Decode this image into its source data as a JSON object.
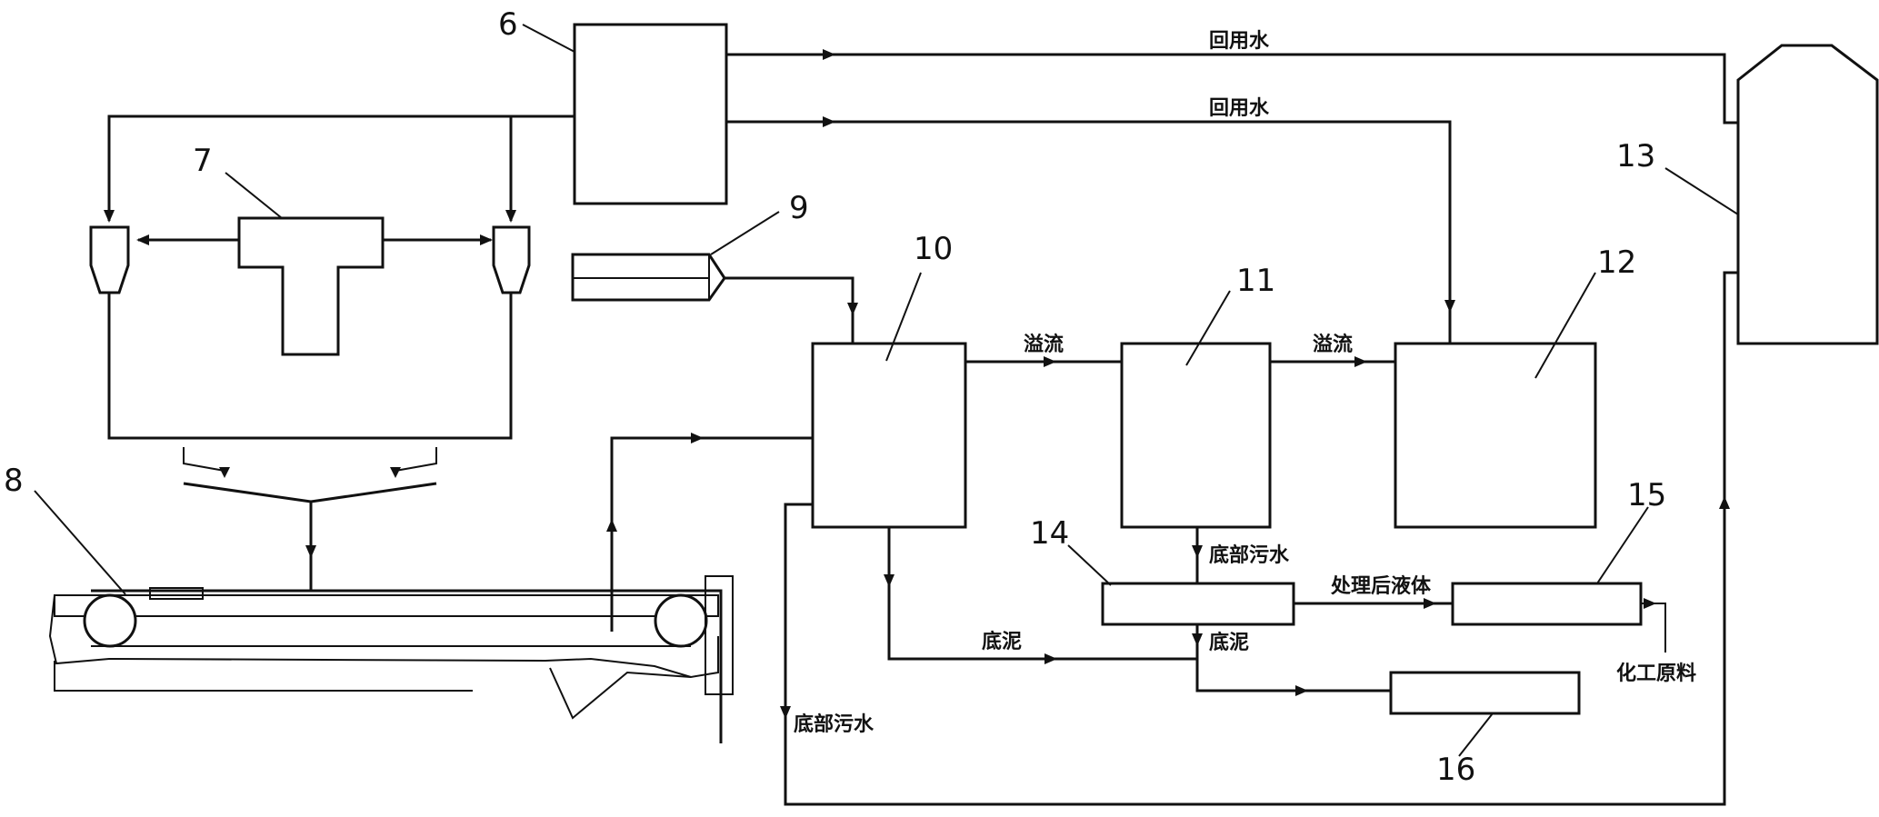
{
  "components": {
    "c6": "6",
    "c7": "7",
    "c8": "8",
    "c9": "9",
    "c10": "10",
    "c11": "11",
    "c12": "12",
    "c13": "13",
    "c14": "14",
    "c15": "15",
    "c16": "16"
  },
  "flow_labels": {
    "reuse_water_top": "回用水",
    "reuse_water_mid": "回用水",
    "overflow_10_11": "溢流",
    "overflow_11_12": "溢流",
    "bottom_sewage_11": "底部污水",
    "treated_liquid": "处理后液体",
    "sludge_10": "底泥",
    "sludge_14": "底泥",
    "chemical_raw_material": "化工原料",
    "bottom_sewage_return": "底部污水"
  }
}
